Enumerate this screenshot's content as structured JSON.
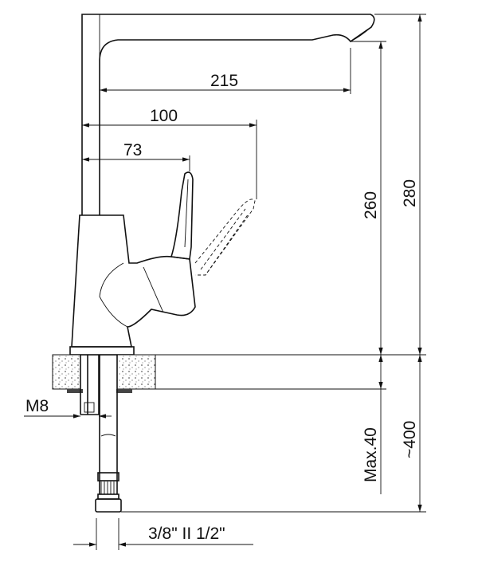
{
  "title": "Faucet dimension drawing",
  "dimensions": {
    "spout_reach": "215",
    "handle_reach": "100",
    "handle_offset": "73",
    "spout_height": "260",
    "total_height": "280",
    "stud": "M8",
    "max_counter": "Max.40",
    "hose_length": "~400",
    "connection": "3/8\" II 1/2\""
  }
}
